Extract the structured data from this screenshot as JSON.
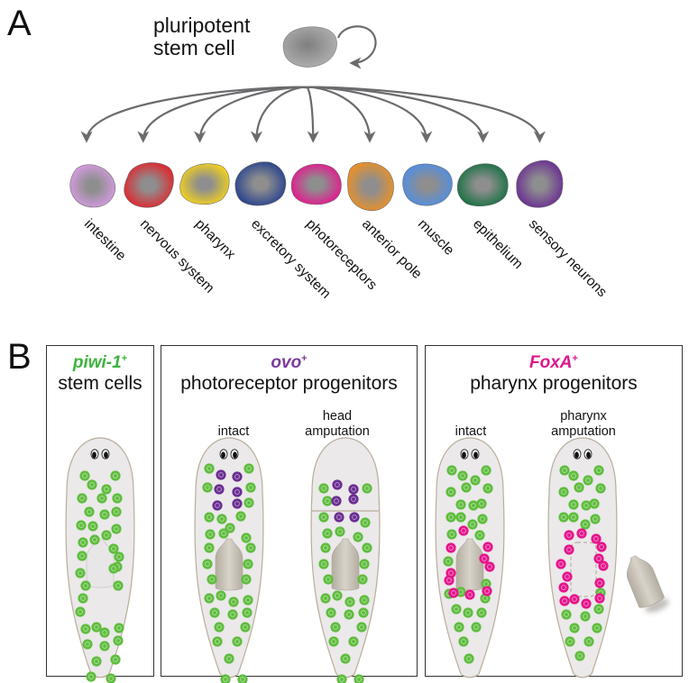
{
  "panel_a": {
    "letter": "A",
    "stem_cell_label_line1": "pluripotent",
    "stem_cell_label_line2": "stem cell",
    "stem_cell_color": "#8c8c8c",
    "arrow_color": "#6b6b6e",
    "cell_types": [
      {
        "label": "intestine",
        "color": "#d79be3"
      },
      {
        "label": "nervous system",
        "color": "#e0262c"
      },
      {
        "label": "pharynx",
        "color": "#f3d21b"
      },
      {
        "label": "excretory system",
        "color": "#26418e"
      },
      {
        "label": "photoreceptors",
        "color": "#e5178f"
      },
      {
        "label": "anterior pole",
        "color": "#ec9125"
      },
      {
        "label": "muscle",
        "color": "#4f8ee5"
      },
      {
        "label": "epithelium",
        "color": "#167142"
      },
      {
        "label": "sensory neurons",
        "color": "#6a2c93"
      }
    ]
  },
  "panel_b": {
    "letter": "B",
    "boxes": [
      {
        "gene": "piwi-1",
        "gene_sup": "+",
        "gene_color": "#3eb33e",
        "subtitle": "stem cells",
        "conditions": []
      },
      {
        "gene": "ovo",
        "gene_sup": "+",
        "gene_color": "#7b3a9b",
        "subtitle": "photoreceptor progenitors",
        "conditions": [
          {
            "line1": "",
            "line2": "intact"
          },
          {
            "line1": "head",
            "line2": "amputation"
          }
        ]
      },
      {
        "gene": "FoxA",
        "gene_sup": "+",
        "gene_color": "#e0158c",
        "subtitle": "pharynx progenitors",
        "conditions": [
          {
            "line1": "",
            "line2": "intact"
          },
          {
            "line1": "pharynx",
            "line2": "amputation"
          }
        ]
      }
    ],
    "colors": {
      "stem_cell": "#5fbd3e",
      "ovo_cell": "#6b2e92",
      "foxa_cell": "#e5168c",
      "worm_body": "#ebe9ea",
      "worm_outline": "#b9ad9b",
      "pharynx": "#c9c4ba"
    }
  }
}
